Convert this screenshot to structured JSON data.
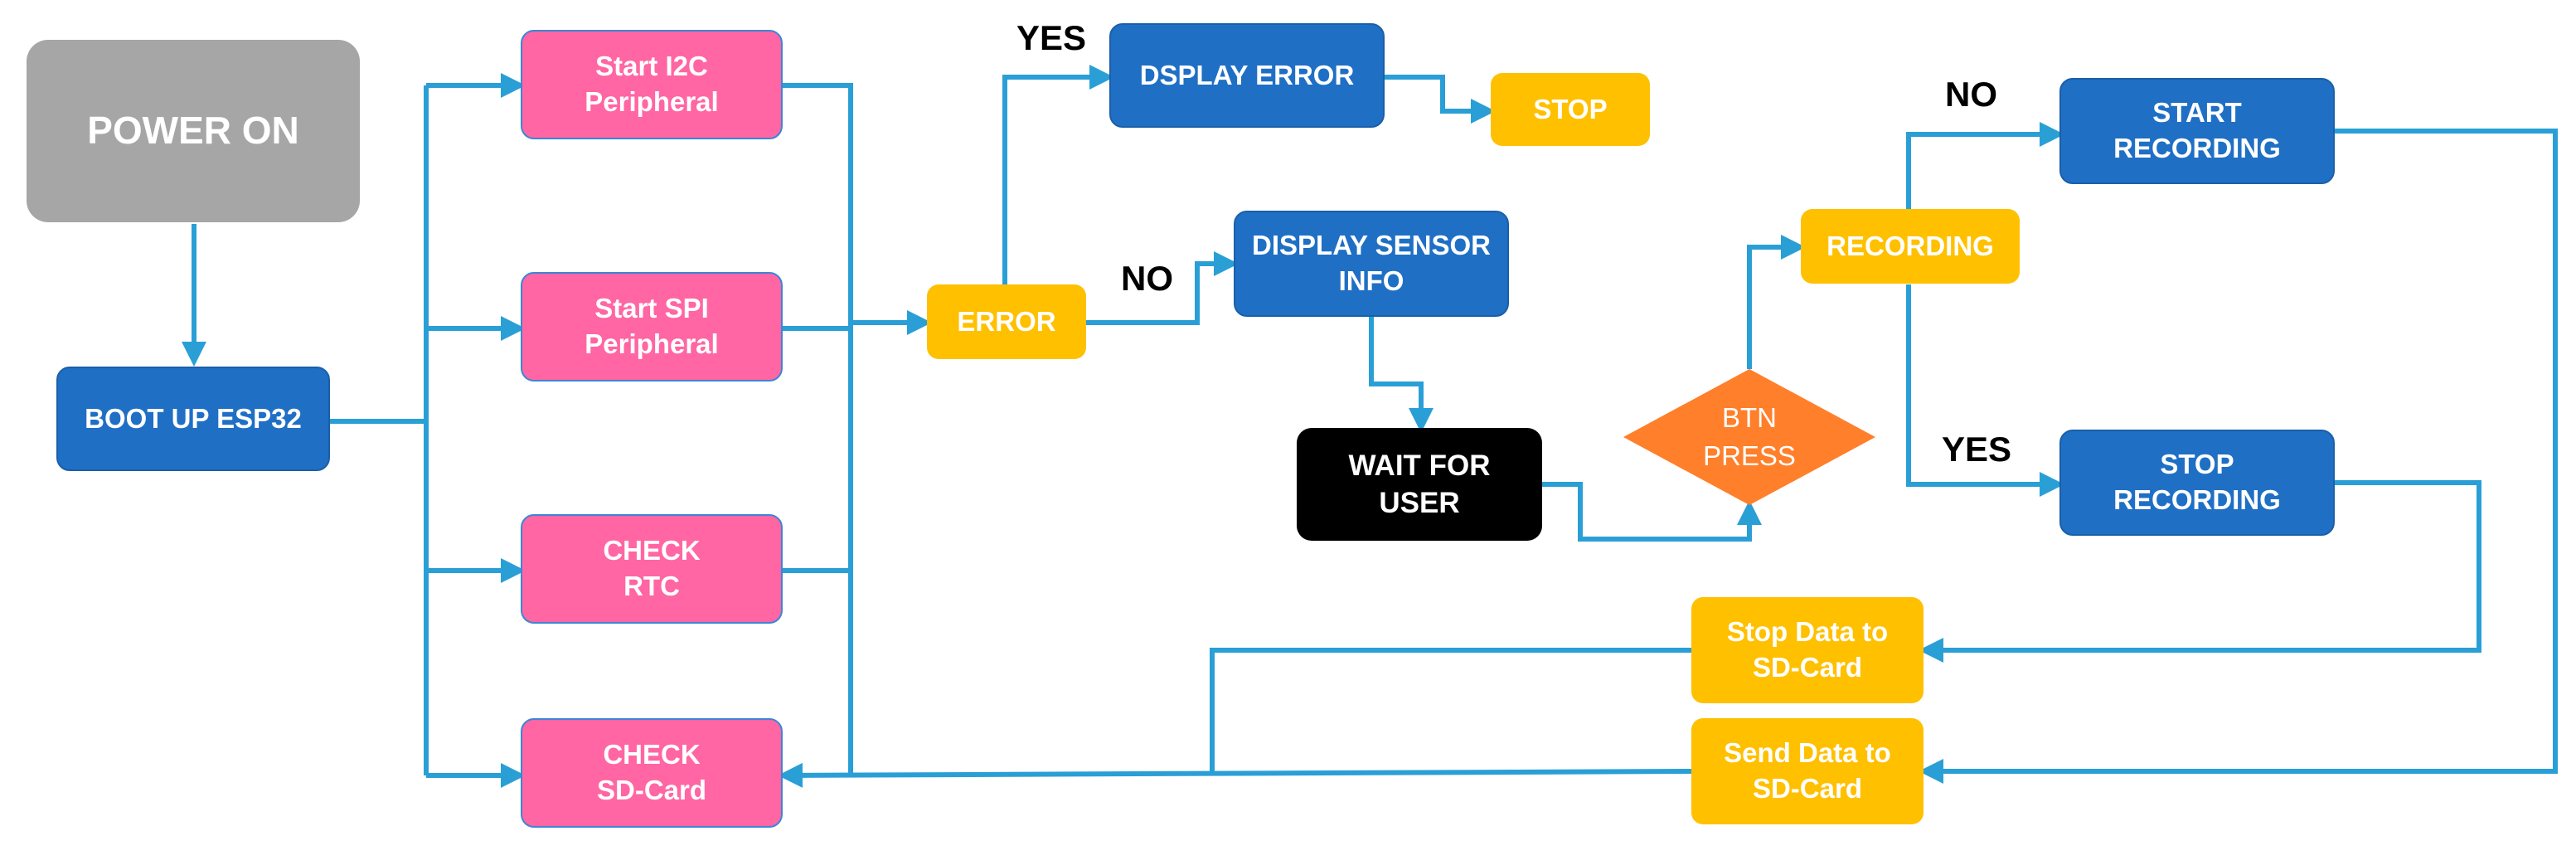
{
  "nodes": {
    "power_on": "POWER ON",
    "boot_up": "BOOT UP ESP32",
    "start_i2c": "Start I2C\nPeripheral",
    "start_spi": "Start SPI\nPeripheral",
    "check_rtc": "CHECK\nRTC",
    "check_sd": "CHECK\nSD-Card",
    "error": "ERROR",
    "display_error": "DSPLAY ERROR",
    "stop": "STOP",
    "display_sensor": "DISPLAY SENSOR\nINFO",
    "wait_user": "WAIT FOR\nUSER",
    "btn_press": "BTN\nPRESS",
    "recording": "RECORDING",
    "start_recording": "START\nRECORDING",
    "stop_recording": "STOP\nRECORDING",
    "stop_data": "Stop Data to\nSD-Card",
    "send_data": "Send Data to\nSD-Card"
  },
  "branches": {
    "error_yes": "YES",
    "error_no": "NO",
    "rec_no": "NO",
    "rec_yes": "YES"
  },
  "colors": {
    "connector": "#2a9fd6",
    "blue_box": "#1f6fc5",
    "pink_box": "#ff66a3",
    "yellow_box": "#ffc000",
    "gray_box": "#a6a6a6",
    "diamond": "#ff7f2a"
  }
}
